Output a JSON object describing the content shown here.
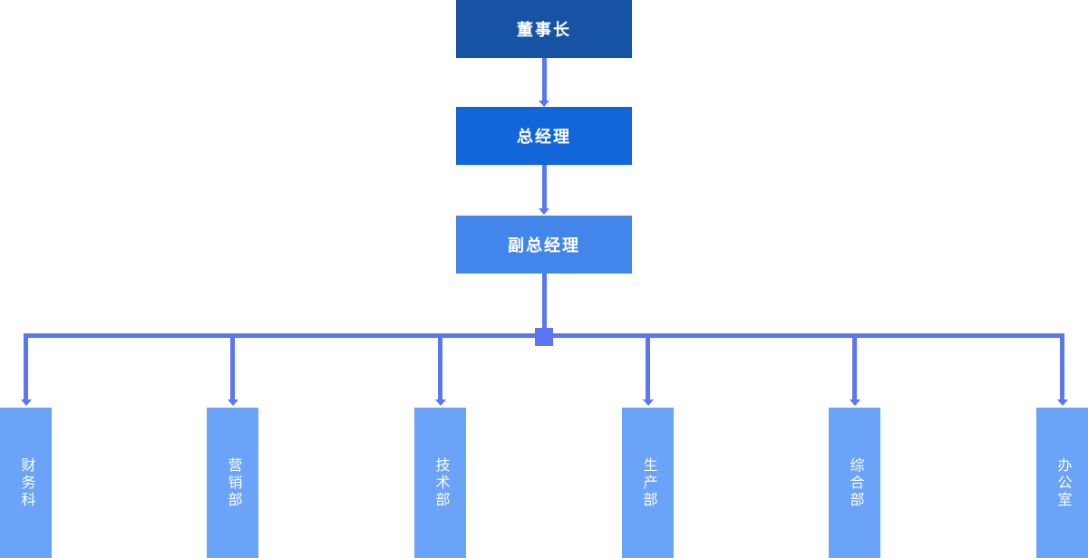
{
  "org_chart": {
    "type": "org-chart",
    "levels": [
      {
        "id": "chairman",
        "label": "董事长"
      },
      {
        "id": "general-manager",
        "label": "总经理"
      },
      {
        "id": "deputy-general-manager",
        "label": "副总经理"
      }
    ],
    "departments": [
      {
        "id": "finance-section",
        "label": "财务科"
      },
      {
        "id": "marketing-dept",
        "label": "营销部"
      },
      {
        "id": "technology-dept",
        "label": "技术部"
      },
      {
        "id": "production-dept",
        "label": "生产部"
      },
      {
        "id": "general-affairs-dept",
        "label": "综合部"
      },
      {
        "id": "office",
        "label": "办公室"
      }
    ],
    "colors": {
      "level1": "#1653a4",
      "level2": "#1266d9",
      "level3": "#4286ec",
      "department": "#6aa3f7",
      "connector": "#5b76f2",
      "text": "#ffffff"
    }
  }
}
